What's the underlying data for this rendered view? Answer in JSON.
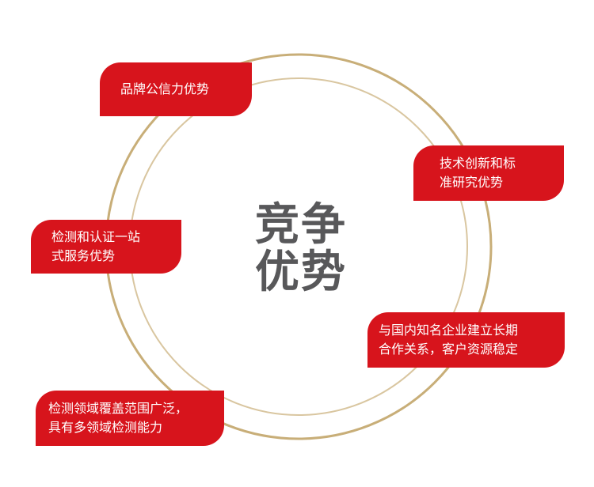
{
  "center": {
    "line1": "竞争",
    "line2": "优势"
  },
  "advantages": [
    {
      "lines": [
        "品牌公信力优势"
      ]
    },
    {
      "lines": [
        "技术创新和标",
        "准研究优势"
      ]
    },
    {
      "lines": [
        "检测和认证一站",
        "式服务优势"
      ]
    },
    {
      "lines": [
        "与国内知名企业建立长期",
        "合作关系，客户资源稳定"
      ]
    },
    {
      "lines": [
        "检测领域覆盖范围广泛，",
        "具有多领域检测能力"
      ]
    }
  ],
  "colors": {
    "accent": "#d7141c",
    "ring_outer": "#c8ae78",
    "ring_inner": "#d9c6a0",
    "title": "#58585a"
  }
}
